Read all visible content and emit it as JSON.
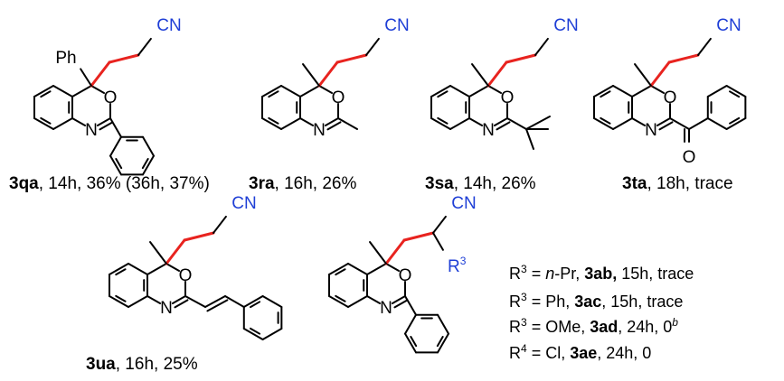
{
  "colors": {
    "highlight_bond": "#e8231f",
    "nitrile": "#1f3fd6",
    "bond": "#000000"
  },
  "atoms": {
    "cn": "CN",
    "ph": "Ph",
    "o": "O",
    "n": "N",
    "r3": "R",
    "r3_sup": "3"
  },
  "compounds": [
    {
      "id": "3qa",
      "caption_rest": ", 14h, 36% (36h, 37%)"
    },
    {
      "id": "3ra",
      "caption_rest": ", 16h, 26%"
    },
    {
      "id": "3sa",
      "caption_rest": ", 14h, 26%"
    },
    {
      "id": "3ta",
      "caption_rest": ", 18h, trace"
    },
    {
      "id": "3ua",
      "caption_rest": ", 16h, 25%"
    }
  ],
  "r_list": [
    {
      "r": "R",
      "sup": "3",
      "eq": " = ",
      "sub_italic": "n",
      "sub_rest": "-Pr, ",
      "cmpd": "3ab,",
      "tail": " 15h, trace",
      "tail_sup": ""
    },
    {
      "r": "R",
      "sup": "3",
      "eq": " = ",
      "sub_italic": "",
      "sub_rest": "Ph, ",
      "cmpd": "3ac",
      "tail": ", 15h, trace",
      "tail_sup": ""
    },
    {
      "r": "R",
      "sup": "3",
      "eq": " = ",
      "sub_italic": "",
      "sub_rest": "OMe, ",
      "cmpd": "3ad",
      "tail": ", 24h, 0",
      "tail_sup": "b"
    },
    {
      "r": "R",
      "sup": "4",
      "eq": " = ",
      "sub_italic": "",
      "sub_rest": "Cl, ",
      "cmpd": "3ae",
      "tail": ", 24h, 0",
      "tail_sup": ""
    }
  ]
}
